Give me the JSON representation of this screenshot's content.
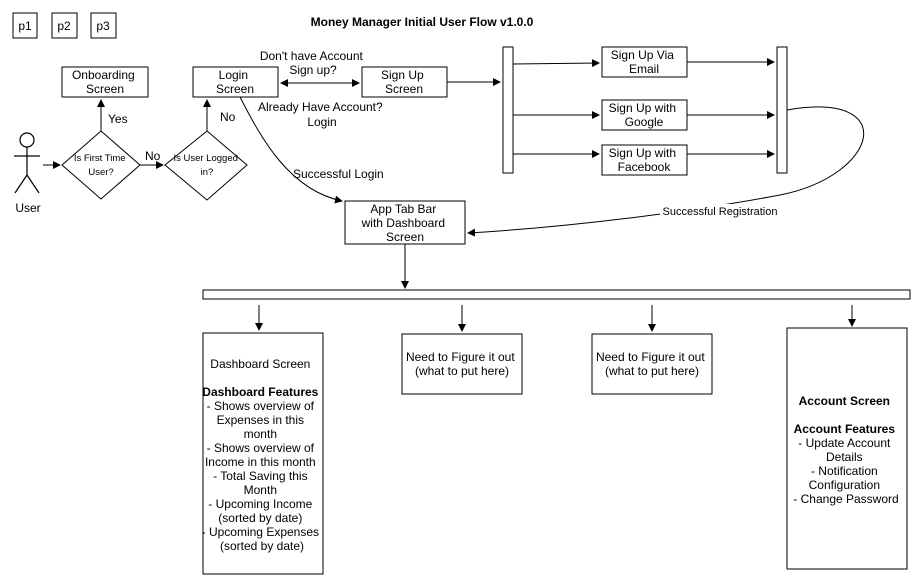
{
  "title": "Money Manager  Initial User Flow v1.0.0",
  "page_tabs": [
    "p1",
    "p2",
    "p3"
  ],
  "nodes": {
    "user": "User",
    "first_time": [
      "Is First Time",
      "User?"
    ],
    "logged_in": [
      "Is User Logged",
      "in?"
    ],
    "onboarding": [
      "Onboarding",
      "Screen"
    ],
    "login": [
      "Login",
      "Screen"
    ],
    "signup": [
      "Sign Up",
      "Screen"
    ],
    "signup_email": [
      "Sign Up Via",
      "Email"
    ],
    "signup_google": [
      "Sign Up with",
      "Google"
    ],
    "signup_facebook": [
      "Sign Up with",
      "Facebook"
    ],
    "app_tab_bar": [
      "App Tab Bar",
      "with Dashboard",
      "Screen"
    ],
    "dashboard": {
      "title": "Dashboard Screen",
      "features_heading": "Dashboard Features",
      "lines": [
        "- Shows overview of",
        "Expenses in this",
        "month",
        "- Shows overview of",
        "Income in this month",
        "- Total Saving this",
        "Month",
        "- Upcoming Income",
        "(sorted by date)",
        "- Upcoming Expenses",
        "(sorted by date)"
      ]
    },
    "tbd_1": [
      "Need to Figure it out",
      "(what to put here)"
    ],
    "tbd_2": [
      "Need to Figure it out",
      "(what to put here)"
    ],
    "account": {
      "title": "Account Screen",
      "features_heading": "Account Features",
      "lines": [
        "- Update Account",
        "Details",
        "- Notification",
        "Configuration",
        "- Change Password"
      ]
    }
  },
  "edge_labels": {
    "yes": "Yes",
    "no_first": "No",
    "no_logged": "No",
    "dont_have_account": [
      "Don't have Account",
      "Sign up?"
    ],
    "already_have_account": [
      "Already Have Account?",
      "Login"
    ],
    "successful_login": "Successful Login",
    "successful_registration": "Successful Registration"
  }
}
